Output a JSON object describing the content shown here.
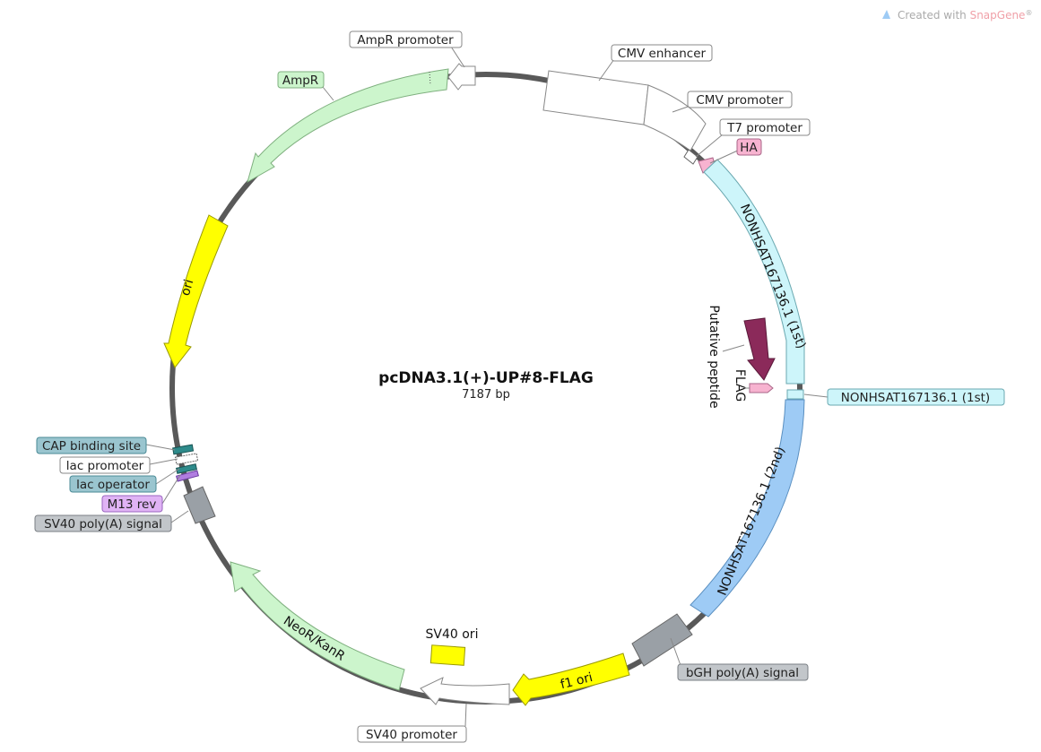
{
  "watermark": {
    "prefix": "Created with ",
    "brand": "SnapGene",
    "mark": "®"
  },
  "plasmid": {
    "name": "pcDNA3.1(+)-UP#8-FLAG",
    "size": "7187 bp"
  },
  "colors": {
    "backbone": "#595959",
    "yellow": "#ffff00",
    "green": "#ccf5cc",
    "cyan": "#cdf5fa",
    "blue": "#9ecbf5",
    "gray": "#9aa0a6",
    "pink": "#f7b3d0",
    "teal": "#2e8b8b",
    "violet": "#b07de0",
    "maroon": "#8b2a5a"
  },
  "callouts": {
    "ampr_promoter": "AmpR promoter",
    "cmv_enhancer": "CMV enhancer",
    "cmv_promoter": "CMV promoter",
    "t7_promoter": "T7 promoter",
    "ha": "HA",
    "ampr": "AmpR",
    "nonhsat_1st": "NONHSAT167136.1 (1st)",
    "cap_binding_site": "CAP binding site",
    "lac_promoter": "lac promoter",
    "lac_operator": "lac operator",
    "m13_rev": "M13 rev",
    "sv40_polya": "SV40 poly(A) signal",
    "bgh_polya": "bGH poly(A) signal",
    "sv40_promoter": "SV40 promoter",
    "sv40_ori": "SV40 ori"
  },
  "segment_labels": {
    "ori": "ori",
    "nonhsat_1st_inner": "NONHSAT167136.1 (1st)",
    "nonhsat_2nd_inner": "NONHSAT167136.1 (2nd)",
    "neor": "NeoR/KanR",
    "f1_ori": "f1 ori"
  },
  "inner_labels": {
    "putative_peptide": "Putative peptide",
    "flag": "FLAG"
  }
}
